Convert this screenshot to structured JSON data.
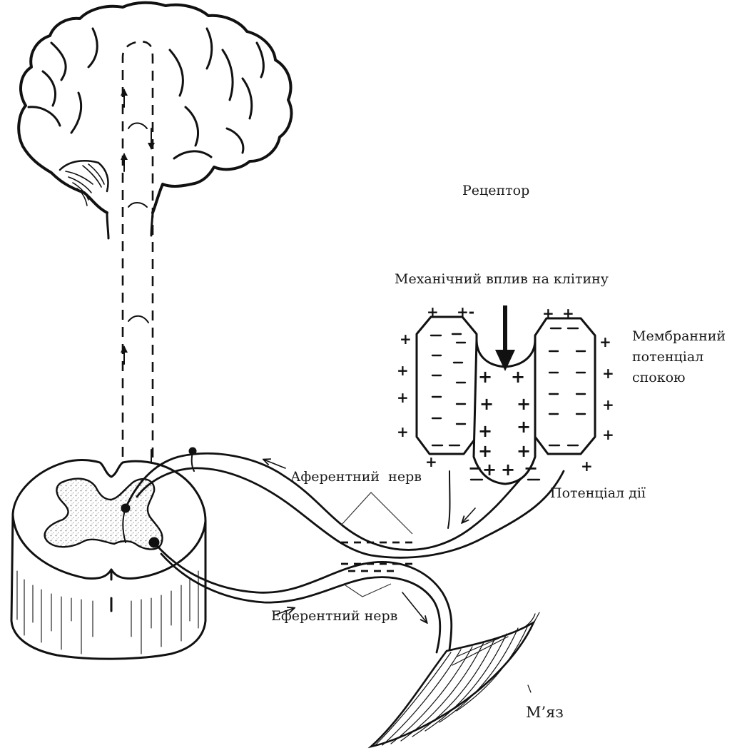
{
  "labels": {
    "receptor": "Рецептор",
    "mechanical_impact": "Механічний вплив на клітину",
    "membrane_lines": [
      "Мембранний",
      "потенціал",
      "спокою"
    ],
    "action_potential": "Потенціал дії",
    "afferent_nerve": "Аферентний  нерв",
    "efferent_nerve": "Еферентний нерв",
    "muscle": "М’яз"
  },
  "colors": {
    "ink": "#111111",
    "stipple": "#8a8a8a"
  }
}
